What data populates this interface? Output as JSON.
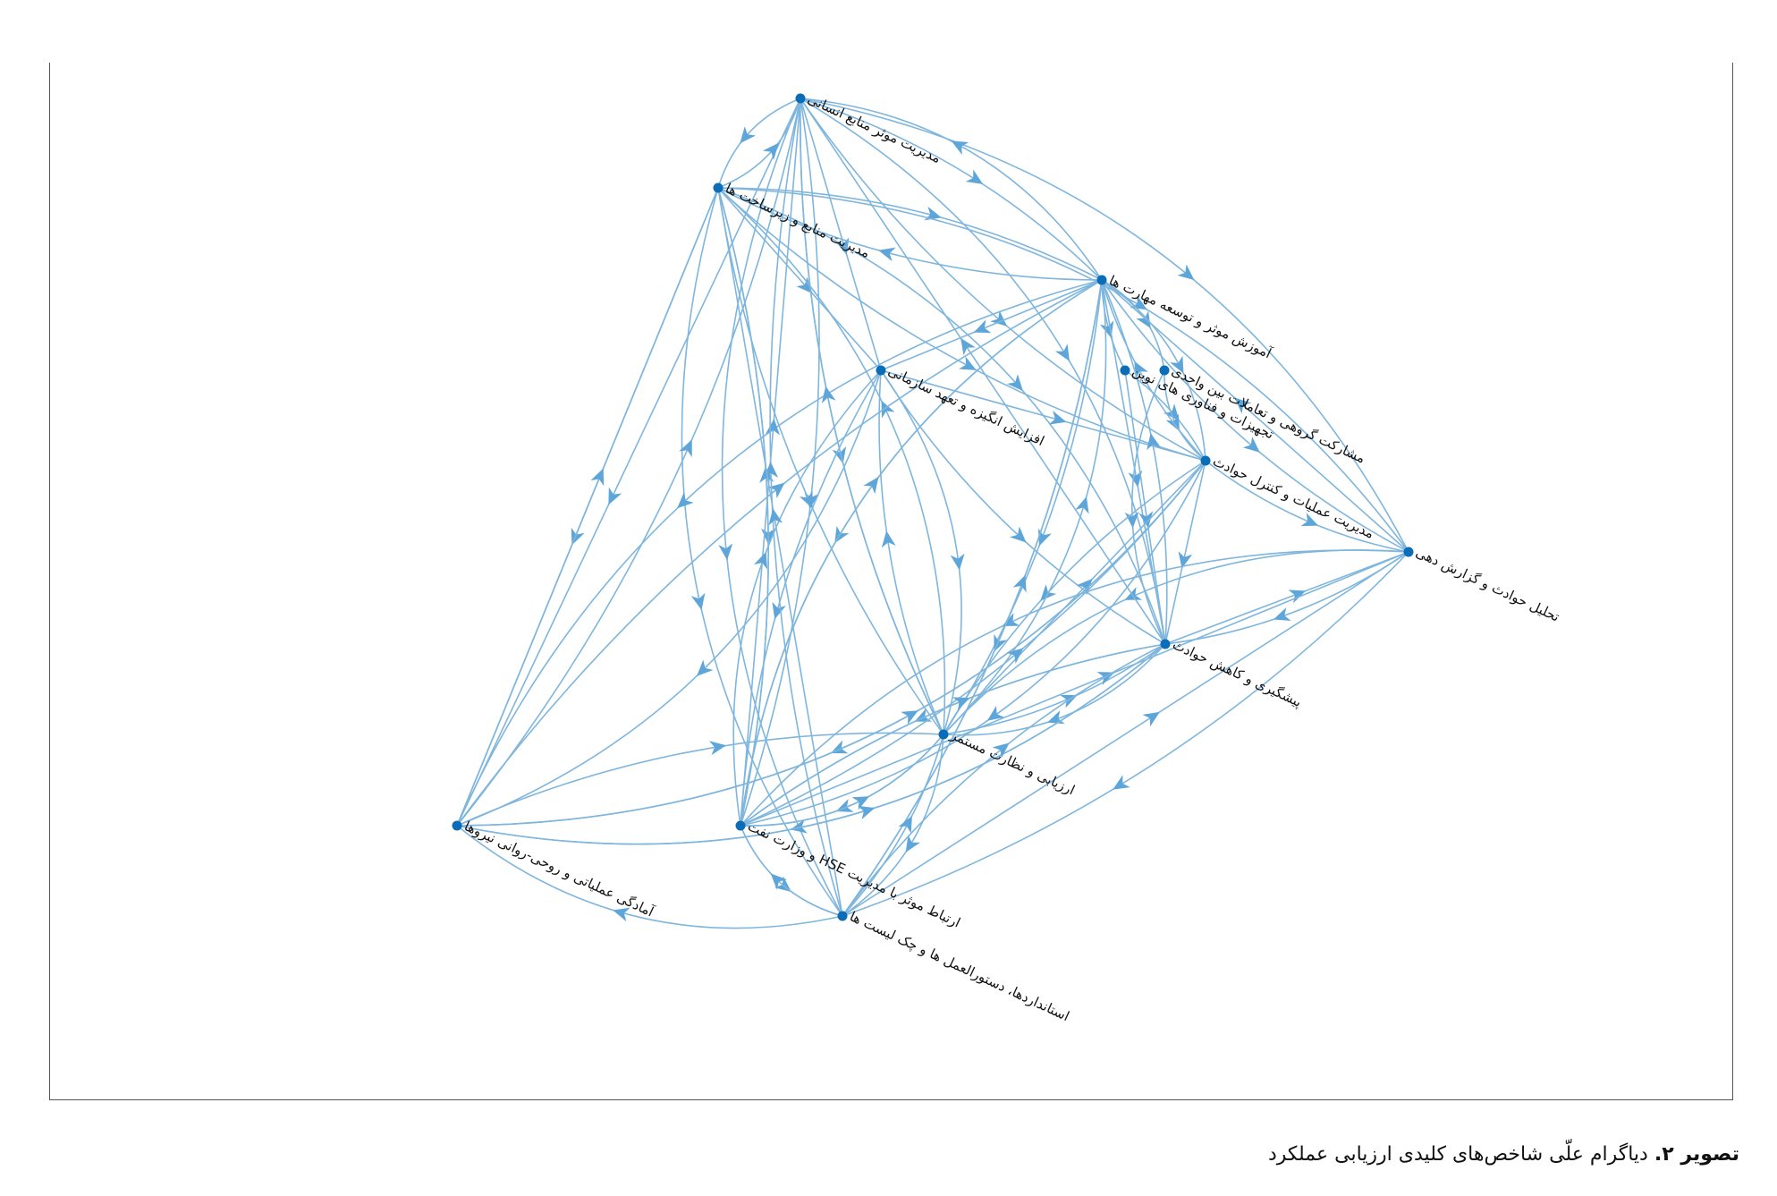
{
  "diagram": {
    "nodes": [
      {
        "id": "hr",
        "label": "مدیریت موثر منابع انسانی"
      },
      {
        "id": "infra",
        "label": "مدیریت منابع و زیرساخت ها"
      },
      {
        "id": "train",
        "label": "آموزش موثر و توسعه مهارت ها"
      },
      {
        "id": "motiv",
        "label": "افزایش انگیزه و تعهد سازمانی"
      },
      {
        "id": "tech",
        "label": "تجهیزات و فناوری های نوین"
      },
      {
        "id": "team",
        "label": "مشارکت گروهی و تعاملات بین واحدی"
      },
      {
        "id": "ops",
        "label": "مدیریت عملیات و کنترل حوادث"
      },
      {
        "id": "analysis",
        "label": "تحلیل حوادث و گزارش دهی"
      },
      {
        "id": "prev",
        "label": "پیشگیری و کاهش حوادث"
      },
      {
        "id": "eval",
        "label": "ارزیابی و نظارت مستمر"
      },
      {
        "id": "ready",
        "label": "آمادگی عملیاتی و روحی-روانی نیروها"
      },
      {
        "id": "hse",
        "label": "ارتباط موثر با مدیریت HSE و وزارت نفت"
      },
      {
        "id": "std",
        "label": "استانداردها، دستورالعمل ها و چک لیست ها"
      }
    ],
    "edges": [
      [
        "hr",
        "infra"
      ],
      [
        "hr",
        "train"
      ],
      [
        "hr",
        "motiv"
      ],
      [
        "hr",
        "ops"
      ],
      [
        "hr",
        "analysis"
      ],
      [
        "hr",
        "prev"
      ],
      [
        "hr",
        "eval"
      ],
      [
        "hr",
        "ready"
      ],
      [
        "hr",
        "hse"
      ],
      [
        "hr",
        "std"
      ],
      [
        "infra",
        "hr"
      ],
      [
        "infra",
        "train"
      ],
      [
        "infra",
        "motiv"
      ],
      [
        "infra",
        "ops"
      ],
      [
        "infra",
        "analysis"
      ],
      [
        "infra",
        "prev"
      ],
      [
        "infra",
        "eval"
      ],
      [
        "infra",
        "ready"
      ],
      [
        "infra",
        "hse"
      ],
      [
        "infra",
        "std"
      ],
      [
        "train",
        "hr"
      ],
      [
        "train",
        "infra"
      ],
      [
        "train",
        "motiv"
      ],
      [
        "train",
        "tech"
      ],
      [
        "train",
        "team"
      ],
      [
        "train",
        "ops"
      ],
      [
        "train",
        "analysis"
      ],
      [
        "train",
        "prev"
      ],
      [
        "train",
        "eval"
      ],
      [
        "train",
        "ready"
      ],
      [
        "train",
        "hse"
      ],
      [
        "train",
        "std"
      ],
      [
        "motiv",
        "ops"
      ],
      [
        "motiv",
        "prev"
      ],
      [
        "motiv",
        "eval"
      ],
      [
        "motiv",
        "ready"
      ],
      [
        "motiv",
        "hse"
      ],
      [
        "tech",
        "prev"
      ],
      [
        "tech",
        "ops"
      ],
      [
        "team",
        "prev"
      ],
      [
        "team",
        "ops"
      ],
      [
        "ops",
        "train"
      ],
      [
        "ops",
        "prev"
      ],
      [
        "ops",
        "eval"
      ],
      [
        "ops",
        "ready"
      ],
      [
        "ops",
        "hse"
      ],
      [
        "ops",
        "analysis"
      ],
      [
        "analysis",
        "train"
      ],
      [
        "analysis",
        "prev"
      ],
      [
        "analysis",
        "eval"
      ],
      [
        "analysis",
        "hse"
      ],
      [
        "analysis",
        "std"
      ],
      [
        "prev",
        "hr"
      ],
      [
        "prev",
        "train"
      ],
      [
        "prev",
        "eval"
      ],
      [
        "prev",
        "ready"
      ],
      [
        "prev",
        "hse"
      ],
      [
        "prev",
        "analysis"
      ],
      [
        "eval",
        "hr"
      ],
      [
        "eval",
        "infra"
      ],
      [
        "eval",
        "train"
      ],
      [
        "eval",
        "motiv"
      ],
      [
        "eval",
        "ops"
      ],
      [
        "eval",
        "prev"
      ],
      [
        "eval",
        "hse"
      ],
      [
        "eval",
        "std"
      ],
      [
        "ready",
        "hr"
      ],
      [
        "ready",
        "infra"
      ],
      [
        "ready",
        "train"
      ],
      [
        "ready",
        "ops"
      ],
      [
        "ready",
        "prev"
      ],
      [
        "ready",
        "eval"
      ],
      [
        "hse",
        "hr"
      ],
      [
        "hse",
        "infra"
      ],
      [
        "hse",
        "train"
      ],
      [
        "hse",
        "motiv"
      ],
      [
        "hse",
        "ops"
      ],
      [
        "hse",
        "analysis"
      ],
      [
        "hse",
        "prev"
      ],
      [
        "hse",
        "eval"
      ],
      [
        "hse",
        "std"
      ],
      [
        "std",
        "hr"
      ],
      [
        "std",
        "infra"
      ],
      [
        "std",
        "train"
      ],
      [
        "std",
        "ready"
      ],
      [
        "std",
        "hse"
      ],
      [
        "std",
        "eval"
      ],
      [
        "std",
        "analysis"
      ],
      [
        "std",
        "prev"
      ]
    ]
  },
  "caption": {
    "label": "تصویر ۲.",
    "text": " دیاگرام علّی شاخص‌های کلیدی ارزیابی عملکرد"
  }
}
